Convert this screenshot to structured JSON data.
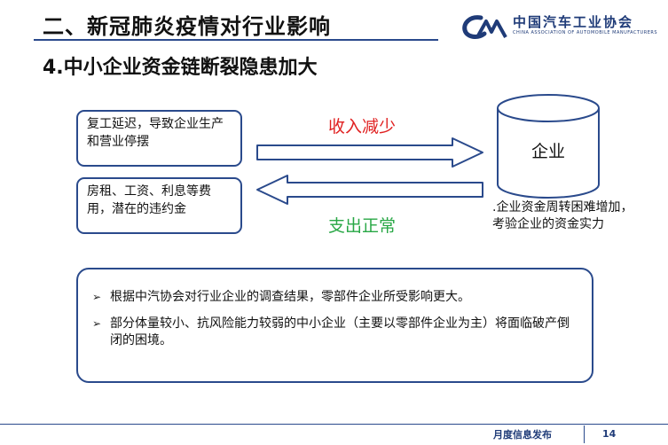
{
  "slide": {
    "title": "二、新冠肺炎疫情对行业影响",
    "subtitle": "4.中小企业资金链断裂隐患加大",
    "logo": {
      "main_text": "中国汽车工业协会",
      "sub_text": "CHINA ASSOCIATION OF AUTOMOBILE MANUFACTURERS"
    }
  },
  "diagram": {
    "left_boxes": [
      {
        "text": "复工延迟，导致企业生产和营业停摆"
      },
      {
        "text": "房租、工资、利息等费用，潜在的违约金"
      }
    ],
    "arrow_income_label": "收入减少",
    "arrow_expense_label": "支出正常",
    "enterprise_label": "企业",
    "enterprise_desc": ".企业资金周转困难增加，考验企业的资金实力"
  },
  "bullets": [
    "根据中汽协会对行业企业的调查结果，零部件企业所受影响更大。",
    "部分体量较小、抗风险能力较弱的中小企业（主要以零部件企业为主）将面临破产倒闭的困境。"
  ],
  "footer": {
    "label": "月度信息发布",
    "page_number": "14"
  },
  "colors": {
    "accent": "#2a4a8c",
    "income": "#e02020",
    "expense": "#28a745"
  }
}
